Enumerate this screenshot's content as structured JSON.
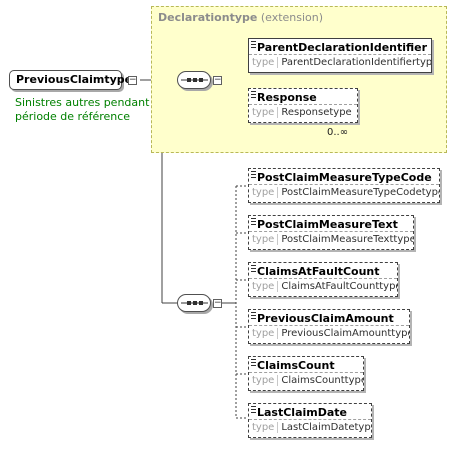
{
  "root": {
    "name": "PreviousClaimtype",
    "documentation": "Sinistres autres pendant période de référence"
  },
  "extension": {
    "base": "Declarationtype",
    "label": "(extension)"
  },
  "type_keyword": "type",
  "ext_elements": [
    {
      "name": "ParentDeclarationIdentifier",
      "type": "ParentDeclarationIdentifiertype",
      "occurs": ""
    },
    {
      "name": "Response",
      "type": "Responsetype",
      "occurs": "0..∞"
    }
  ],
  "elements": [
    {
      "name": "PostClaimMeasureTypeCode",
      "type": "PostClaimMeasureTypeCodetype"
    },
    {
      "name": "PostClaimMeasureText",
      "type": "PostClaimMeasureTexttype"
    },
    {
      "name": "ClaimsAtFaultCount",
      "type": "ClaimsAtFaultCounttype"
    },
    {
      "name": "PreviousClaimAmount",
      "type": "PreviousClaimAmounttype"
    },
    {
      "name": "ClaimsCount",
      "type": "ClaimsCounttype"
    },
    {
      "name": "LastClaimDate",
      "type": "LastClaimDatetype"
    }
  ],
  "colors": {
    "extension_fill": "#ffffcc",
    "documentation_text": "#008000",
    "border": "#404040"
  }
}
